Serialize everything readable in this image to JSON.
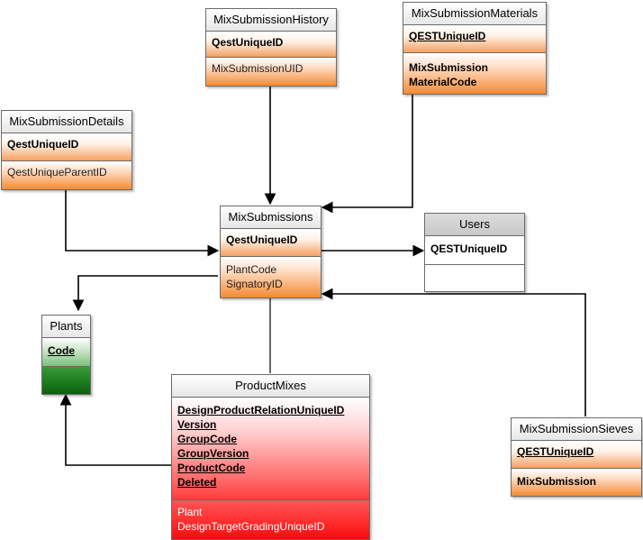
{
  "entities": {
    "mix_submission_history": {
      "title": "MixSubmissionHistory",
      "keys": [
        "QestUniqueID"
      ],
      "fields": [
        "MixSubmissionUID"
      ]
    },
    "mix_submission_materials": {
      "title": "MixSubmissionMaterials",
      "keys": [
        "QESTUniqueID"
      ],
      "fields_bold": [
        "MixSubmission",
        "MaterialCode"
      ]
    },
    "mix_submission_details": {
      "title": "MixSubmissionDetails",
      "keys": [
        "QestUniqueID"
      ],
      "fields": [
        "QestUniqueParentID"
      ]
    },
    "mix_submissions": {
      "title": "MixSubmissions",
      "keys": [
        "QestUniqueID"
      ],
      "fields": [
        "PlantCode",
        "SignatoryID"
      ]
    },
    "users": {
      "title": "Users",
      "keys": [
        "QESTUniqueID"
      ],
      "fields": []
    },
    "plants": {
      "title": "Plants",
      "keys": [
        "Code"
      ],
      "fields": []
    },
    "product_mixes": {
      "title": "ProductMixes",
      "keys": [
        "DesignProductRelationUniqueID",
        "Version",
        "GroupCode",
        "GroupVersion",
        "ProductCode",
        "Deleted"
      ],
      "fields": [
        "Plant",
        "DesignTargetGradingUniqueID"
      ]
    },
    "mix_submission_sieves": {
      "title": "MixSubmissionSieves",
      "keys": [
        "QESTUniqueID"
      ],
      "fields_bold": [
        "MixSubmission"
      ]
    }
  },
  "colors": {
    "line": "#000000",
    "orange": "#f48b33",
    "red": "#f20d0d",
    "green": "#0f5f0f",
    "grey_header": "#c8c8c8"
  }
}
